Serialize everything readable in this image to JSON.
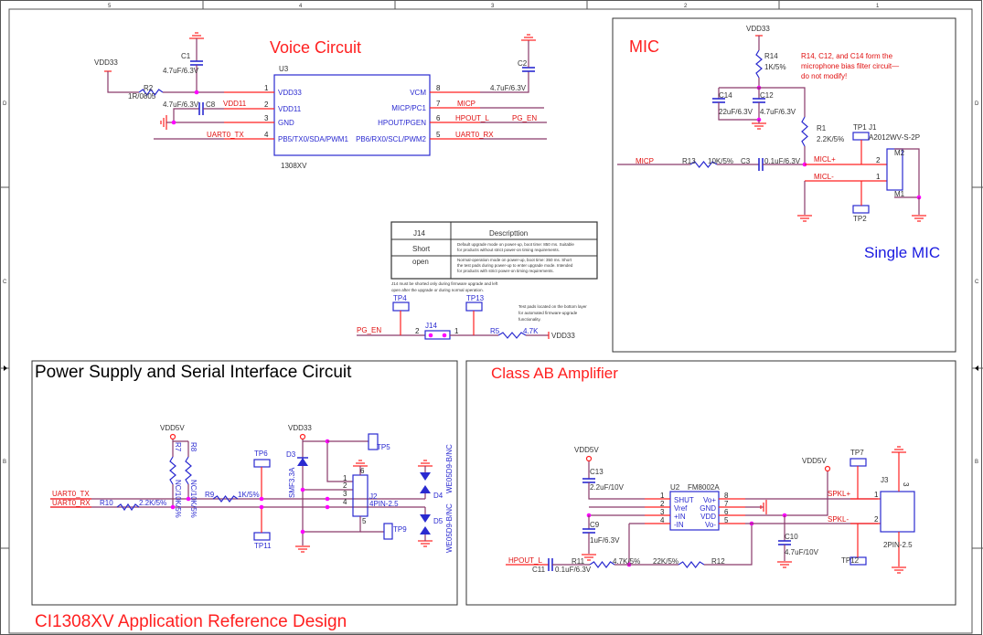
{
  "border": {
    "columns": [
      "5",
      "4",
      "3",
      "2",
      "1"
    ],
    "rows": [
      "D",
      "C",
      "B"
    ]
  },
  "voice": {
    "title": "Voice Circuit",
    "u3": {
      "ref": "U3",
      "part": "1308XV",
      "left_pins": [
        {
          "num": "1",
          "name": "VDD33"
        },
        {
          "num": "2",
          "name": "VDD11"
        },
        {
          "num": "3",
          "name": "GND"
        },
        {
          "num": "4",
          "name": "PB5/TX0/SDA/PWM1"
        }
      ],
      "right_pins": [
        {
          "num": "8",
          "name": "VCM"
        },
        {
          "num": "7",
          "name": "MICP/PC1"
        },
        {
          "num": "6",
          "name": "HPOUT/PGEN"
        },
        {
          "num": "5",
          "name": "PB6/RX0/SCL/PWM2"
        }
      ]
    },
    "vdd33": "VDD33",
    "r2": {
      "ref": "R2",
      "value": "1R/0805"
    },
    "c1": {
      "ref": "C1",
      "value": "4.7uF/6.3V"
    },
    "c8": {
      "ref": "C8",
      "value": "4.7uF/6.3V"
    },
    "c2": {
      "ref": "C2",
      "value": "4.7uF/6.3V"
    },
    "nets": {
      "vdd11": "VDD11",
      "uart0_tx": "UART0_TX",
      "micp": "MICP",
      "hpout_l": "HPOUT_L",
      "pg_en": "PG_EN",
      "uart0_rx": "UART0_RX"
    }
  },
  "j14_table": {
    "headers": [
      "J14",
      "Descripttion"
    ],
    "rows": [
      {
        "mode": "Short",
        "desc": [
          "Default upgrade mode on power-up, boot time: 850 ms. Suitable",
          "for products without strict power-on timing requirements."
        ]
      },
      {
        "mode": "open",
        "desc": [
          "Normal-operation mode on power-up, boot time: 350 ms. Short",
          "the test pads during power-up to enter upgrade mode. Intended",
          "for products with strict power-on timing requirements."
        ]
      }
    ],
    "note": [
      "J14 must be shorted only during firmware upgrade and left",
      "open after the upgrade or during normal operation."
    ],
    "testpad_note": [
      "Test pads located on the bottom layer",
      "for automated firmware-upgrade",
      "functionality."
    ],
    "tp4": "TP4",
    "tp13": "TP13",
    "j14": "J14",
    "pin2": "2",
    "pin1": "1",
    "net_pg_en": "PG_EN",
    "r5": {
      "ref": "R5",
      "value": "4.7K"
    },
    "vdd33": "VDD33"
  },
  "mic": {
    "title": "MIC",
    "subtitle": "Single MIC",
    "note": [
      "R14, C12, and C14 form the",
      "microphone bias filter circuit—",
      "do not modify!"
    ],
    "vdd33": "VDD33",
    "r14": {
      "ref": "R14",
      "value": "1K/5%"
    },
    "c14": {
      "ref": "C14",
      "value": "22uF/6.3V"
    },
    "c12": {
      "ref": "C12",
      "value": "4.7uF/6.3V"
    },
    "r1": {
      "ref": "R1",
      "value": "2.2K/5%"
    },
    "r13": {
      "ref": "R13",
      "value": "10K/5%"
    },
    "c3": {
      "ref": "C3",
      "value": "0.1uF/6.3V"
    },
    "tp1": "TP1",
    "tp2": "TP2",
    "j1": {
      "ref": "J1",
      "part": "A2012WV-S-2P",
      "m2": "M2",
      "m1": "M1",
      "pin2": "2",
      "pin1": "1"
    },
    "nets": {
      "micp": "MICP",
      "micl_plus": "MICL+",
      "micl_minus": "MICL-"
    }
  },
  "power": {
    "title": "Power Supply and Serial Interface Circuit",
    "nets": {
      "uart0_tx": "UART0_TX",
      "uart0_rx": "UART0_RX"
    },
    "vdd5v": "VDD5V",
    "vdd33": "VDD33",
    "r7": {
      "ref": "R7",
      "value": "NC/10K/5%"
    },
    "r8": {
      "ref": "R8",
      "value": "NC/10K/5%"
    },
    "r10": {
      "ref": "R10",
      "value": "2.2K/5%"
    },
    "r9": {
      "ref": "R9",
      "value": "1K/5%"
    },
    "tp6": "TP6",
    "tp11": "TP11",
    "tp5": "TP5",
    "tp9": "TP9",
    "d3": {
      "ref": "D3",
      "part": "SMF3.3A"
    },
    "j2": {
      "ref": "J2",
      "part": "4PIN-2.5",
      "pins": [
        "1",
        "2",
        "3",
        "4",
        "5",
        "6"
      ]
    },
    "d4": {
      "ref": "D4",
      "part": "WE05D9-B/NC"
    },
    "d5": {
      "ref": "D5",
      "part": "WE05D9-B/NC"
    }
  },
  "amp": {
    "title": "Class AB Amplifier",
    "vdd5v": "VDD5V",
    "c13": {
      "ref": "C13",
      "value": "2.2uF/10V"
    },
    "c9": {
      "ref": "C9",
      "value": "1uF/6.3V"
    },
    "c10": {
      "ref": "C10",
      "value": "4.7uF/10V"
    },
    "c11": {
      "ref": "C11",
      "value": "0.1uF/6.3V"
    },
    "r11": {
      "ref": "R11",
      "value": "4.7K/5%"
    },
    "r12": {
      "ref": "R12",
      "value": "22K/5%"
    },
    "u2": {
      "ref": "U2",
      "part": "FM8002A",
      "left_pins": [
        {
          "num": "1",
          "name": "SHUT"
        },
        {
          "num": "2",
          "name": "Vref"
        },
        {
          "num": "3",
          "name": "+IN"
        },
        {
          "num": "4",
          "name": "-IN"
        }
      ],
      "right_pins": [
        {
          "num": "8",
          "name": "Vo+"
        },
        {
          "num": "7",
          "name": "GND"
        },
        {
          "num": "6",
          "name": "VDD"
        },
        {
          "num": "5",
          "name": "Vo-"
        }
      ]
    },
    "tp7": "TP7",
    "tp12": "TP12",
    "j3": {
      "ref": "J3",
      "part": "2PIN-2.5",
      "pin1": "1",
      "pin2": "2",
      "pin3": "3"
    },
    "nets": {
      "hpout_l": "HPOUT_L",
      "spkl_plus": "SPKL+",
      "spkl_minus": "SPKL-"
    }
  },
  "footer": {
    "title": "CI1308XV Application Reference Design"
  },
  "colors": {
    "wire": "#8a3a6a",
    "pin": "#ff2020",
    "component": "#2a2ad0",
    "junction": "#ff00ff",
    "net_label": "#e01010"
  }
}
